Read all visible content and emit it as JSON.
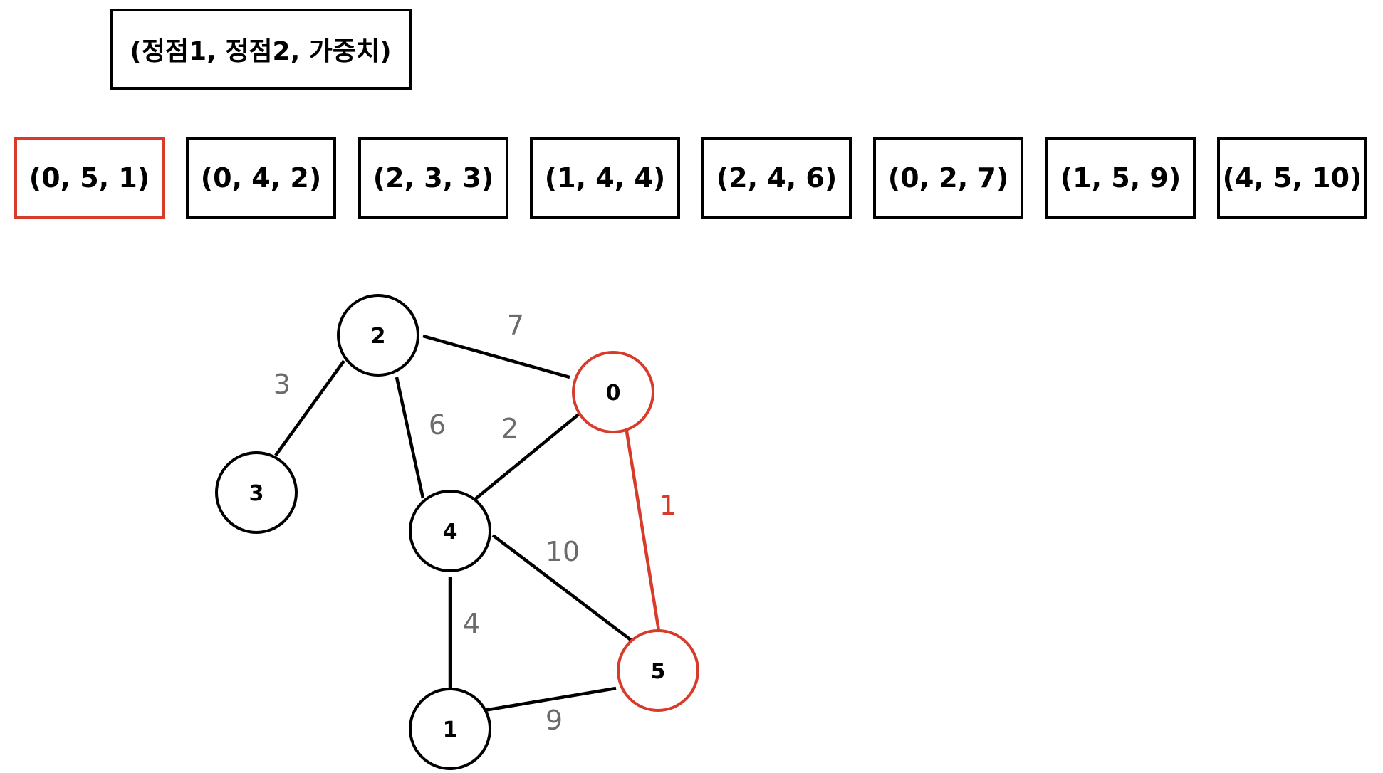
{
  "header": {
    "format_label": "(정점1, 정점2, 가중치)"
  },
  "edge_list": [
    {
      "label": "(0, 5, 1)",
      "highlighted": true
    },
    {
      "label": "(0, 4, 2)",
      "highlighted": false
    },
    {
      "label": "(2, 3, 3)",
      "highlighted": false
    },
    {
      "label": "(1, 4, 4)",
      "highlighted": false
    },
    {
      "label": "(2, 4, 6)",
      "highlighted": false
    },
    {
      "label": "(0, 2, 7)",
      "highlighted": false
    },
    {
      "label": "(1, 5, 9)",
      "highlighted": false
    },
    {
      "label": "(4, 5, 10)",
      "highlighted": false
    }
  ],
  "graph": {
    "nodes": [
      {
        "id": "0",
        "label": "0",
        "highlighted": true
      },
      {
        "id": "1",
        "label": "1",
        "highlighted": false
      },
      {
        "id": "2",
        "label": "2",
        "highlighted": false
      },
      {
        "id": "3",
        "label": "3",
        "highlighted": false
      },
      {
        "id": "4",
        "label": "4",
        "highlighted": false
      },
      {
        "id": "5",
        "label": "5",
        "highlighted": true
      }
    ],
    "edges": [
      {
        "from": "2",
        "to": "0",
        "weight": "7",
        "highlighted": false
      },
      {
        "from": "2",
        "to": "3",
        "weight": "3",
        "highlighted": false
      },
      {
        "from": "2",
        "to": "4",
        "weight": "6",
        "highlighted": false
      },
      {
        "from": "0",
        "to": "4",
        "weight": "2",
        "highlighted": false
      },
      {
        "from": "0",
        "to": "5",
        "weight": "1",
        "highlighted": true
      },
      {
        "from": "4",
        "to": "5",
        "weight": "10",
        "highlighted": false
      },
      {
        "from": "4",
        "to": "1",
        "weight": "4",
        "highlighted": false
      },
      {
        "from": "1",
        "to": "5",
        "weight": "9",
        "highlighted": false
      }
    ]
  },
  "colors": {
    "highlight": "#d93b2b",
    "default": "#000000",
    "weight_text": "#6b6b6b"
  }
}
